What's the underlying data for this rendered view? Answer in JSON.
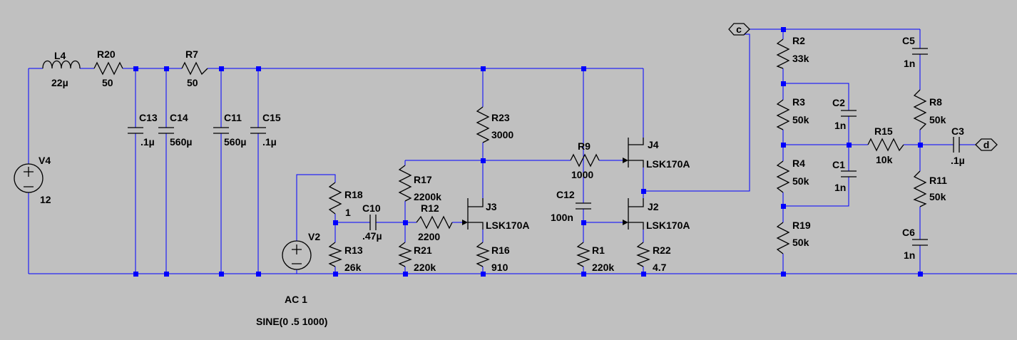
{
  "components": {
    "L4": {
      "ref": "L4",
      "value": "22µ"
    },
    "R20": {
      "ref": "R20",
      "value": "50"
    },
    "R7": {
      "ref": "R7",
      "value": "50"
    },
    "C13": {
      "ref": "C13",
      "value": ".1µ"
    },
    "C14": {
      "ref": "C14",
      "value": "560µ"
    },
    "C11": {
      "ref": "C11",
      "value": "560µ"
    },
    "C15": {
      "ref": "C15",
      "value": ".1µ"
    },
    "V4": {
      "ref": "V4",
      "value": "12"
    },
    "V2": {
      "ref": "V2",
      "value": "AC 1",
      "value2": "SINE(0 .5 1000)"
    },
    "R18": {
      "ref": "R18",
      "value": "1"
    },
    "R13": {
      "ref": "R13",
      "value": "26k"
    },
    "C10": {
      "ref": "C10",
      "value": ".47µ"
    },
    "R17": {
      "ref": "R17",
      "value": "2200k"
    },
    "R12": {
      "ref": "R12",
      "value": "2200"
    },
    "R21": {
      "ref": "R21",
      "value": "220k"
    },
    "R23": {
      "ref": "R23",
      "value": "3000"
    },
    "J3": {
      "ref": "J3",
      "value": "LSK170A"
    },
    "R16": {
      "ref": "R16",
      "value": "910"
    },
    "R9": {
      "ref": "R9",
      "value": "1000"
    },
    "C12": {
      "ref": "C12",
      "value": "100n"
    },
    "R1": {
      "ref": "R1",
      "value": "220k"
    },
    "J4": {
      "ref": "J4",
      "value": "LSK170A"
    },
    "J2": {
      "ref": "J2",
      "value": "LSK170A"
    },
    "R22": {
      "ref": "R22",
      "value": "4.7"
    },
    "R2": {
      "ref": "R2",
      "value": "33k"
    },
    "R3": {
      "ref": "R3",
      "value": "50k"
    },
    "R4": {
      "ref": "R4",
      "value": "50k"
    },
    "R19": {
      "ref": "R19",
      "value": "50k"
    },
    "C2": {
      "ref": "C2",
      "value": "1n"
    },
    "C1": {
      "ref": "C1",
      "value": "1n"
    },
    "R15": {
      "ref": "R15",
      "value": "10k"
    },
    "C5": {
      "ref": "C5",
      "value": "1n"
    },
    "R8": {
      "ref": "R8",
      "value": "50k"
    },
    "R11": {
      "ref": "R11",
      "value": "50k"
    },
    "C6": {
      "ref": "C6",
      "value": "1n"
    },
    "C3": {
      "ref": "C3",
      "value": ".1µ"
    }
  },
  "net_labels": {
    "c": "c",
    "d": "d"
  },
  "colors": {
    "background": "#c0c0c0",
    "wire": "#0000ff",
    "component": "#000000",
    "text": "#000000"
  }
}
